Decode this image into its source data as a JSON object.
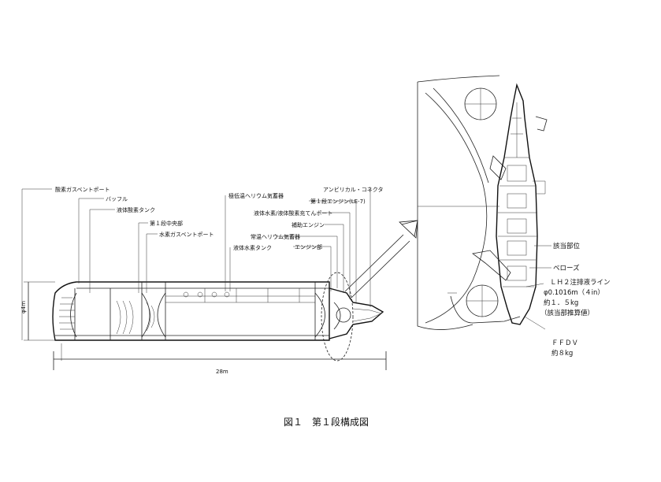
{
  "caption": "図１　第１段構成図",
  "dimensions": {
    "length": "28m",
    "diameter": "φ4m"
  },
  "labels_left": {
    "oxygen_gas_vent_port": "酸素ガスベントポート",
    "baffle": "バッフル",
    "liquid_oxygen_tank": "液体酸素タンク",
    "first_stage_center": "第１段中央部",
    "hydrogen_gas_vent_port": "水素ガスベントポート",
    "liquid_hydrogen_tank": "液体水素タンク",
    "ambient_helium_bottle": "常温ヘリウム気蓄器",
    "cryo_helium_bottle": "極低温ヘリウム気蓄器",
    "engine_section": "エンジン部",
    "aux_engine": "補助エンジン",
    "fill_drain_port": "液体水素/液体酸素充てんポート",
    "first_stage_engine": "第１段エンジン(LE-7)",
    "umbilical_connector": "アンビリカル・コネクタ"
  },
  "labels_right": {
    "relevant_part": "該当部位",
    "bellows": "ベローズ",
    "lh2_line_1": "ＬＨ２注排液ライン",
    "lh2_line_2": "φ0.1016m（４in）",
    "lh2_line_3": "約１．５kg",
    "lh2_line_4": "（該当部推算値）",
    "ffdv": "ＦＦＤＶ",
    "ffdv_mass": "約８kg"
  }
}
